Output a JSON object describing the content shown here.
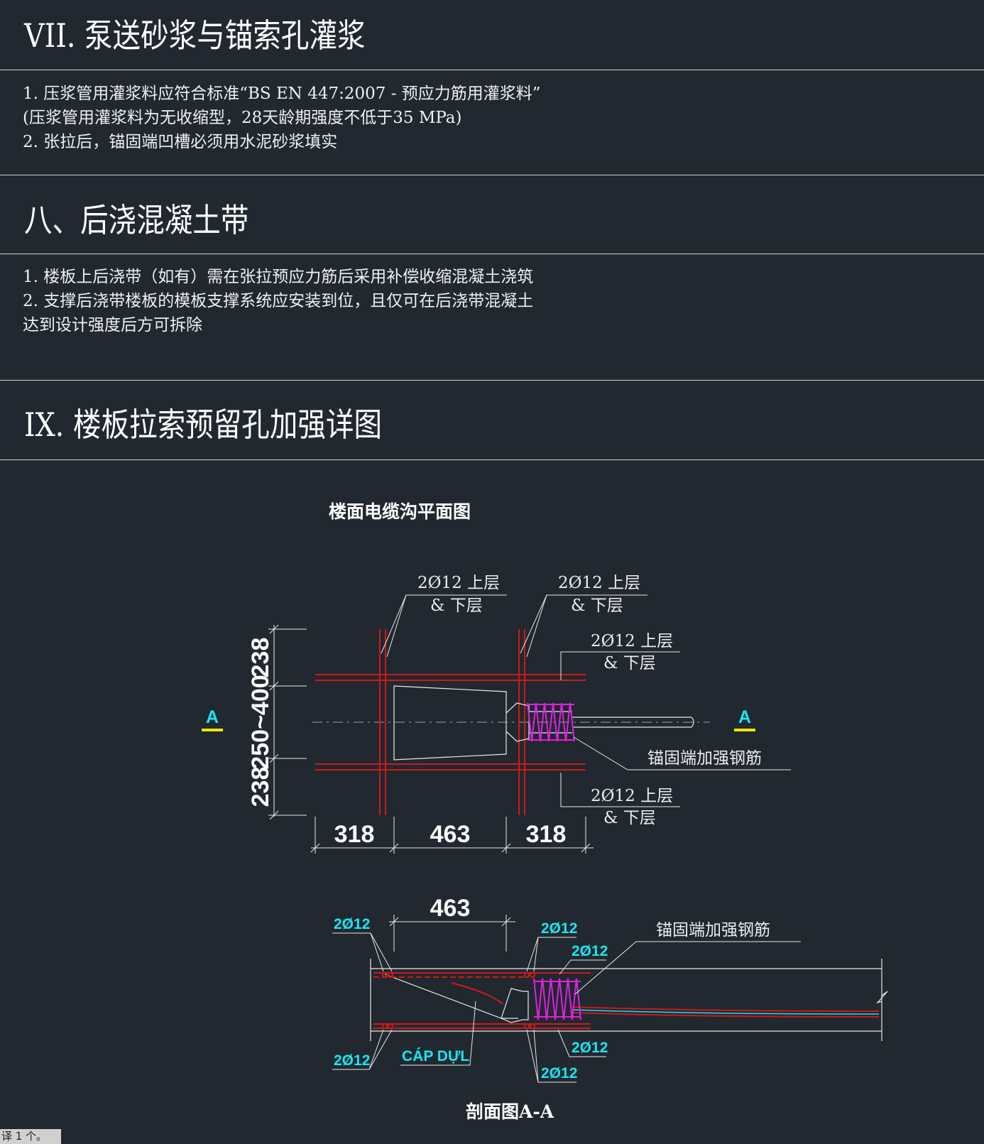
{
  "sections": [
    {
      "heading": "VII. 泵送砂浆与锚索孔灌浆",
      "lines": [
        "1. 压浆管用灌浆料应符合标准“BS EN 447:2007 - 预应力筋用灌浆料”",
        "(压浆管用灌浆料为无收缩型，28天龄期强度不低于35 MPa)",
        "2. 张拉后，锚固端凹槽必须用水泥砂浆填实"
      ]
    },
    {
      "heading": "八、后浇混凝土带",
      "lines": [
        "1. 楼板上后浇带（如有）需在张拉预应力筋后采用补偿收缩混凝土浇筑",
        "2. 支撑后浇带楼板的模板支撑系统应安装到位，且仅可在后浇带混凝土",
        "达到设计强度后方可拆除"
      ]
    },
    {
      "heading": "IX. 楼板拉索预留孔加强详图",
      "lines": []
    }
  ],
  "plan": {
    "title": "楼面电缆沟平面图",
    "rebar_label_1": "2Ø12 上层",
    "rebar_label_2": "& 下层",
    "anchor_label": "锚固端加强钢筋",
    "section_mark": "A",
    "dims_vertical": [
      "238",
      "250~400",
      "238"
    ],
    "dims_horizontal": [
      "318",
      "463",
      "318"
    ]
  },
  "section": {
    "title": "剖面图A-A",
    "dim_top": "463",
    "rebar": "2Ø12",
    "anchor_label": "锚固端加强钢筋",
    "cable_label": "CÁP DỰL"
  },
  "colors": {
    "background": "#212830",
    "rebar_red": "#d01818",
    "spring_magenta": "#e020e0",
    "label_cyan": "#19e6f0",
    "mark_yellow": "#f2e600",
    "line_white": "#e8e8e8"
  },
  "status_bar": {
    "text": "译 1 个。"
  }
}
